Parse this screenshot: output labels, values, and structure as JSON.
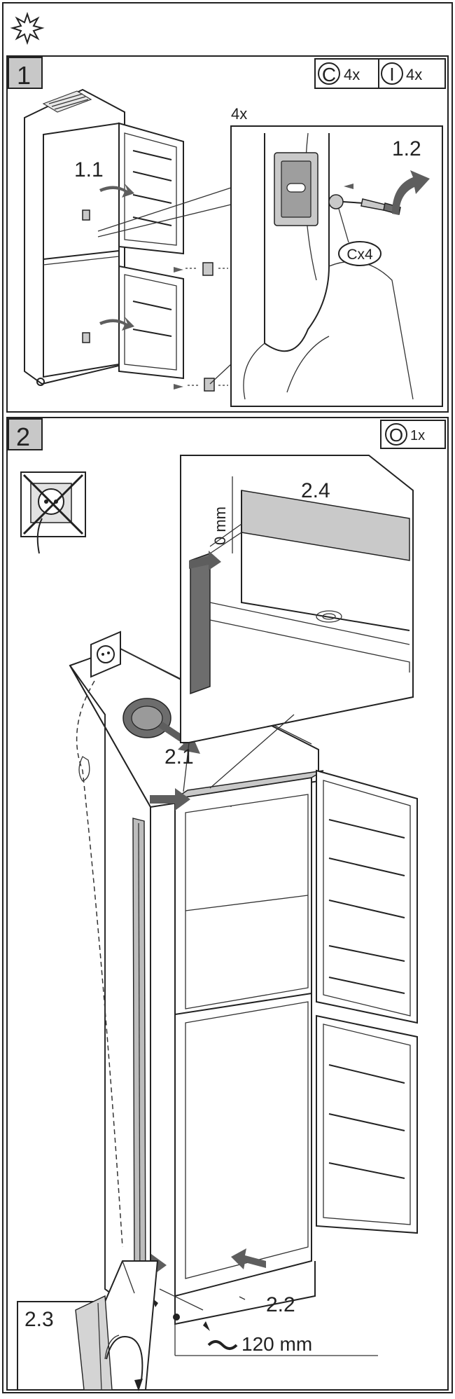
{
  "step1": {
    "number": "1",
    "parts": [
      {
        "letter": "C",
        "count": "4x"
      },
      {
        "letter": "I",
        "count": "4x"
      }
    ],
    "detail_count": "4x",
    "callout_1_1": "1.1",
    "callout_1_2": "1.2",
    "screw_label": "Cx4"
  },
  "step2": {
    "number": "2",
    "parts": [
      {
        "letter": "O",
        "count": "1x"
      }
    ],
    "gap_label": "0 mm",
    "callout_2_4": "2.4",
    "callout_2_1": "2.1",
    "callout_2_2": "2.2",
    "callout_2_3": "2.3",
    "distance_label": "120 mm"
  },
  "colors": {
    "frame": "#222222",
    "badge": "#c8c8c8",
    "arrow": "#5e5e5e"
  },
  "icons": [
    "starburst-icon",
    "unplug-warning-icon",
    "socket-icon"
  ]
}
